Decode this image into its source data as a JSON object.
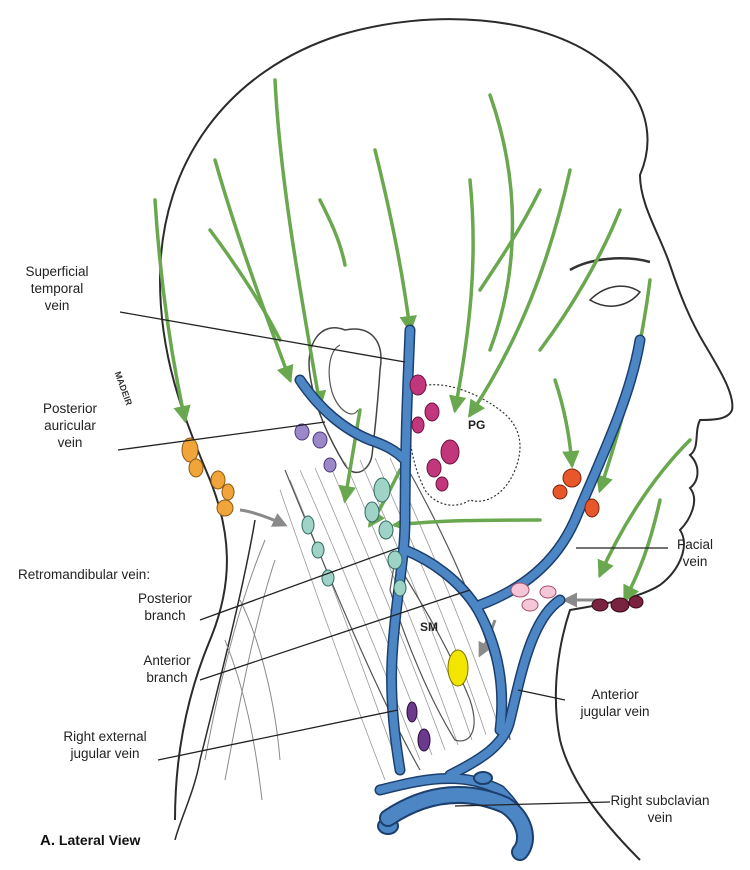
{
  "colors": {
    "vein": "#4d86c4",
    "vein_outline": "#1c3f6e",
    "arrow": "#6aa84f",
    "lymph_gray_arrow": "#8a8a8a",
    "node_occipital": "#f0a43a",
    "node_parotid": "#c2377b",
    "node_buccal": "#e8572a",
    "node_mastoid": "#9a88c8",
    "node_cervical": "#9fd3c7",
    "node_submandibular": "#d98bb0",
    "node_submental": "#7a2340",
    "node_jugulo": "#f2e600",
    "node_deep": "#6b3a8c"
  },
  "labels": {
    "superficial_temporal": "Superficial\ntemporal\nvein",
    "posterior_auricular": "Posterior\nauricular\nvein",
    "retromandibular": "Retromandibular vein:",
    "posterior_branch": "Posterior\nbranch",
    "anterior_branch": "Anterior\nbranch",
    "right_external_jugular": "Right external\njugular vein",
    "facial": "Facial\nvein",
    "anterior_jugular": "Anterior\njugular vein",
    "right_subclavian": "Right subclavian\nvein",
    "pg": "PG",
    "sm": "SM",
    "signature": "MADEIR"
  },
  "caption": {
    "letter": "A.",
    "text": "Lateral View"
  }
}
